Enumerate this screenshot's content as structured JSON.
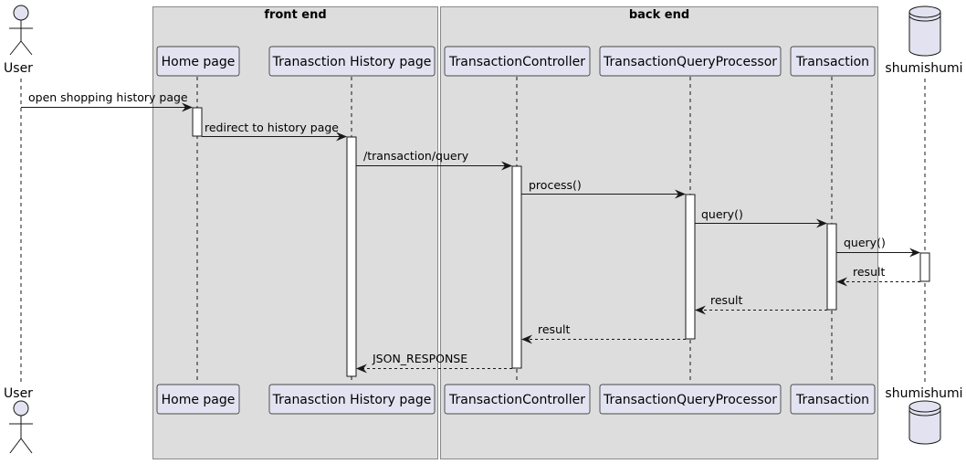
{
  "groups": [
    {
      "id": "front",
      "title": "front end"
    },
    {
      "id": "back",
      "title": "back end"
    }
  ],
  "participants": [
    {
      "id": "user",
      "kind": "actor",
      "label": "User"
    },
    {
      "id": "home",
      "kind": "box",
      "label": "Home page"
    },
    {
      "id": "history",
      "kind": "box",
      "label": "Tranasction History page"
    },
    {
      "id": "controller",
      "kind": "box",
      "label": "TransactionController"
    },
    {
      "id": "qp",
      "kind": "box",
      "label": "TransactionQueryProcessor"
    },
    {
      "id": "txn",
      "kind": "box",
      "label": "Transaction"
    },
    {
      "id": "db",
      "kind": "database",
      "label": "shumishumi"
    }
  ],
  "messages": [
    {
      "from": "user",
      "to": "home",
      "label": "open shopping history page",
      "dashed": false
    },
    {
      "from": "home",
      "to": "history",
      "label": "redirect to history page",
      "dashed": false
    },
    {
      "from": "history",
      "to": "controller",
      "label": "/transaction/query",
      "dashed": false
    },
    {
      "from": "controller",
      "to": "qp",
      "label": "process()",
      "dashed": false
    },
    {
      "from": "qp",
      "to": "txn",
      "label": "query()",
      "dashed": false
    },
    {
      "from": "txn",
      "to": "db",
      "label": "query()",
      "dashed": false
    },
    {
      "from": "db",
      "to": "txn",
      "label": "result",
      "dashed": true
    },
    {
      "from": "txn",
      "to": "qp",
      "label": "result",
      "dashed": true
    },
    {
      "from": "qp",
      "to": "controller",
      "label": "result",
      "dashed": true
    },
    {
      "from": "controller",
      "to": "history",
      "label": "JSON_RESPONSE",
      "dashed": true
    }
  ],
  "colors": {
    "group_fill": "#dddddd",
    "group_border": "#888888",
    "participant_fill": "#e2e2f0",
    "participant_border": "#181818",
    "lifeline": "#181818",
    "line": "#181818"
  }
}
